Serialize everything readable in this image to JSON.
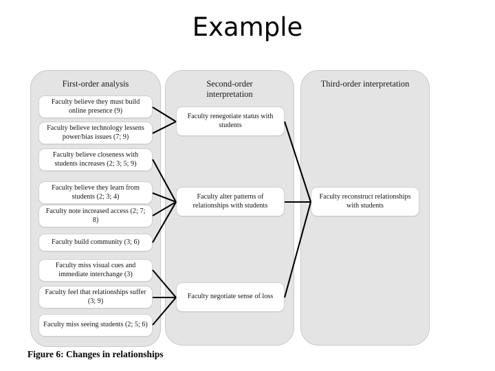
{
  "slide": {
    "title": "Example"
  },
  "figure": {
    "caption": "Figure 6: Changes in relationships",
    "panel_color": "#e4e4e4",
    "node_color": "#ffffff",
    "line_color": "#000000"
  },
  "columns": [
    {
      "id": "first-order",
      "header": "First-order analysis",
      "header_lines": [
        "First-order analysis"
      ],
      "nodes": [
        {
          "id": "n1",
          "text": "Faculty believe they must build online presence (9)"
        },
        {
          "id": "n2",
          "text": "Faculty believe technology lessens power/bias issues (7; 9)"
        },
        {
          "id": "n3",
          "text": "Faculty believe closeness with students increases (2; 3; 5; 9)"
        },
        {
          "id": "n4",
          "text": "Faculty believe they learn from students (2; 3; 4)"
        },
        {
          "id": "n5",
          "text": "Faculty note increased access (2; 7; 8)"
        },
        {
          "id": "n6",
          "text": "Faculty build community (3; 6)"
        },
        {
          "id": "n7",
          "text": "Faculty miss visual cues and immediate interchange (3)"
        },
        {
          "id": "n8",
          "text": "Faculty feel that relationships suffer (3; 9)"
        },
        {
          "id": "n9",
          "text": "Faculty miss seeing students (2; 5; 6)"
        }
      ]
    },
    {
      "id": "second-order",
      "header": "Second-order interpretation",
      "header_lines": [
        "Second-order",
        "interpretation"
      ],
      "nodes": [
        {
          "id": "s1",
          "text": "Faculty renegotiate status with students"
        },
        {
          "id": "s2",
          "text": "Faculty alter patterns of relationships with students"
        },
        {
          "id": "s3",
          "text": "Faculty negotiate sense of loss"
        }
      ]
    },
    {
      "id": "third-order",
      "header": "Third-order interpretation",
      "header_lines": [
        "Third-order interpretation"
      ],
      "nodes": [
        {
          "id": "t1",
          "text": "Faculty reconstruct relationships with students"
        }
      ]
    }
  ],
  "connections": [
    {
      "from": "n1",
      "to": "s1"
    },
    {
      "from": "n2",
      "to": "s1"
    },
    {
      "from": "n3",
      "to": "s2"
    },
    {
      "from": "n4",
      "to": "s2"
    },
    {
      "from": "n5",
      "to": "s2"
    },
    {
      "from": "n6",
      "to": "s2"
    },
    {
      "from": "n7",
      "to": "s3"
    },
    {
      "from": "n8",
      "to": "s3"
    },
    {
      "from": "n9",
      "to": "s3"
    },
    {
      "from": "s1",
      "to": "t1"
    },
    {
      "from": "s2",
      "to": "t1"
    },
    {
      "from": "s3",
      "to": "t1"
    }
  ]
}
